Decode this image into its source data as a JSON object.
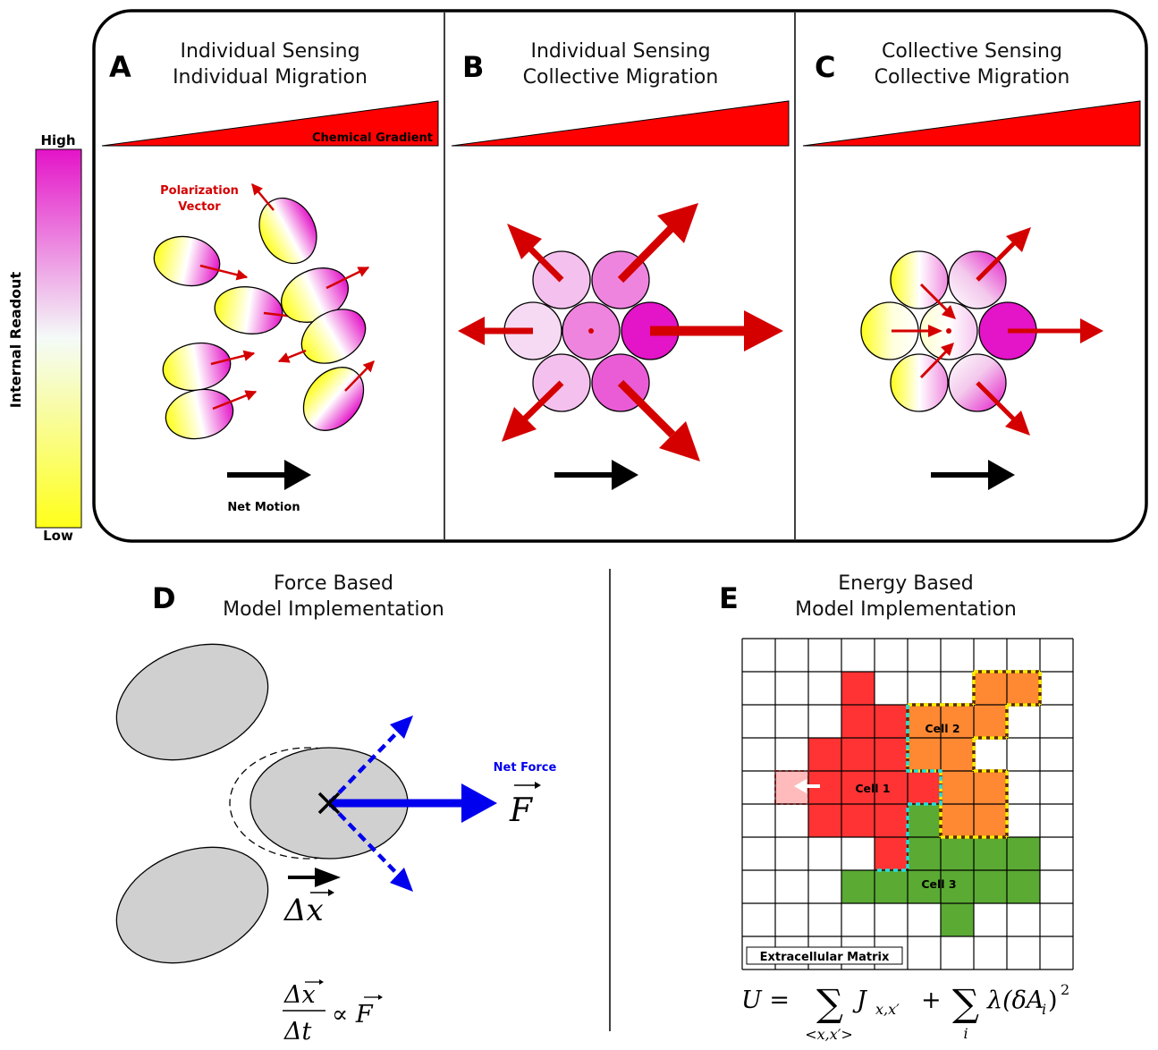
{
  "colorbar": {
    "high_label": "High",
    "low_label": "Low",
    "axis_label": "Internal Readout",
    "color_low": "#ffff1a",
    "color_mid": "#f4fbf8",
    "color_high": "#e414c8"
  },
  "panels": {
    "a": {
      "letter": "A",
      "title_line1": "Individual Sensing",
      "title_line2": "Individual Migration",
      "gradient_label": "Chemical Gradient",
      "polarization_line1": "Polarization",
      "polarization_line2": "Vector",
      "net_motion_label": "Net Motion"
    },
    "b": {
      "letter": "B",
      "title_line1": "Individual Sensing",
      "title_line2": "Collective Migration"
    },
    "c": {
      "letter": "C",
      "title_line1": "Collective Sensing",
      "title_line2": "Collective Migration"
    },
    "d": {
      "letter": "D",
      "title_line1": "Force Based",
      "title_line2": "Model Implementation",
      "net_force_label": "Net Force",
      "force_symbol": "F",
      "displacement_symbol": "Δx",
      "equation_num": "Δx",
      "equation_den": "Δt",
      "equation_rhs": "∝ F"
    },
    "e": {
      "letter": "E",
      "title_line1": "Energy Based",
      "title_line2": "Model Implementation",
      "cell1_label": "Cell 1",
      "cell2_label": "Cell 2",
      "cell3_label": "Cell 3",
      "ecm_label": "Extracellular Matrix",
      "eq_lhs": "U =",
      "eq_sum1_sub": "<x,x′>",
      "eq_term1": "J",
      "eq_term1_sub": "x,x′",
      "eq_plus": "+",
      "eq_sum2_sub": "i",
      "eq_term2": "λ(δA",
      "eq_term2_sub": "i",
      "eq_term2_close": ")",
      "eq_term2_sup": "2"
    }
  },
  "colors": {
    "arrow_red": "#d40000",
    "gradient_red": "#ff0000",
    "force_blue": "#0000ee",
    "cell1_red": "#ff3333",
    "cell2_orange": "#ff8833",
    "cell3_green": "#5aaa33",
    "dashed_yellow": "#ffee00",
    "dashed_cyan": "#22dddd"
  }
}
